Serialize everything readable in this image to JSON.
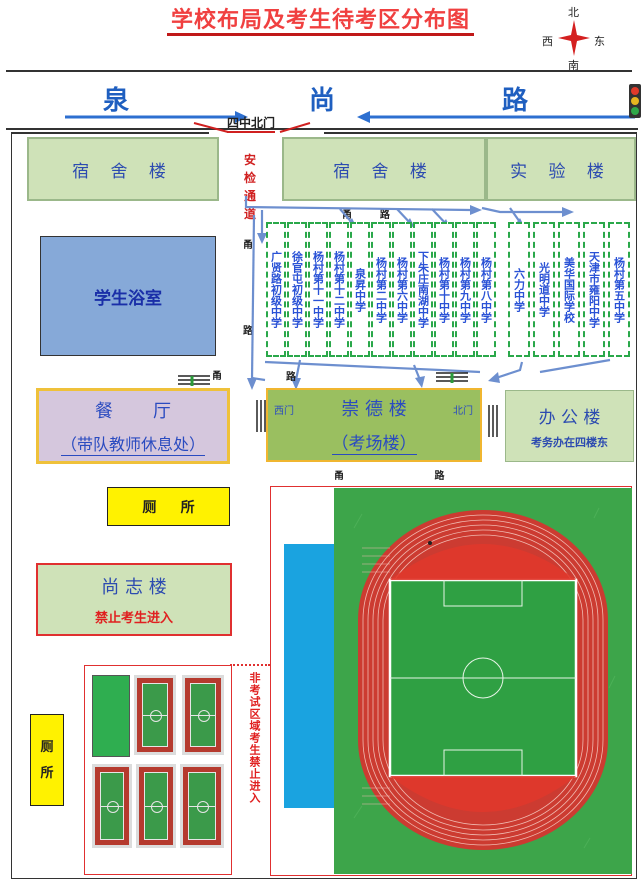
{
  "title": "学校布局及考生待考区分布图",
  "compass": {
    "north": "北",
    "south": "南",
    "east": "东",
    "west": "西"
  },
  "road": {
    "char1": "泉",
    "char2": "尚",
    "char3": "路"
  },
  "gate_north": "四中北门",
  "security_channel": "安 检 通 道",
  "dorm_left": "宿 舍 楼",
  "dorm_right": "宿 舍 楼",
  "lab": "实 验 楼",
  "bath": "学生浴室",
  "road_labels": {
    "top": "甬        路",
    "left": "甬\n\n\n\n\n\n\n路",
    "mid": "甬",
    "mid_lu": "路",
    "bottom": "甬                          路"
  },
  "schools_left": [
    "广贤路初级中学",
    "徐官屯初级中学",
    "杨村第十一中学",
    "杨村第十二中学",
    "泉昇中学",
    "杨村第二中学",
    "杨村第六中学",
    "下朱庄南湖中学",
    "杨村第十中学",
    "杨村第九中学",
    "杨村第八中学"
  ],
  "schools_right": [
    "六力中学",
    "光明道中学",
    "美华国际学校",
    "天津市雍阳中学",
    "杨村第五中学"
  ],
  "canteen": {
    "name": "餐       厅",
    "sub": "（带队教师休息处）"
  },
  "exam_bldg": {
    "name": "崇 德 楼",
    "sub": "（考场楼）",
    "west_gate": "西门",
    "north_gate": "北门"
  },
  "office": {
    "name": "办 公 楼",
    "sub": "考务办在四楼东"
  },
  "toilet1": "厕     所",
  "toilet2": "厕\n\n所",
  "shangzhi": {
    "name": "尚 志 楼",
    "sub": "禁止考生进入"
  },
  "no_exam_zone": "非考试区域考生禁止进入",
  "colors": {
    "road_blue": "#1f5fc0",
    "building_green": "#cfe2b8",
    "school_text": "#2a52d6",
    "warning_red": "#e02020",
    "field_green": "#3da54a",
    "track_red": "#cc3b31",
    "pool_blue": "#1aa3e0"
  }
}
